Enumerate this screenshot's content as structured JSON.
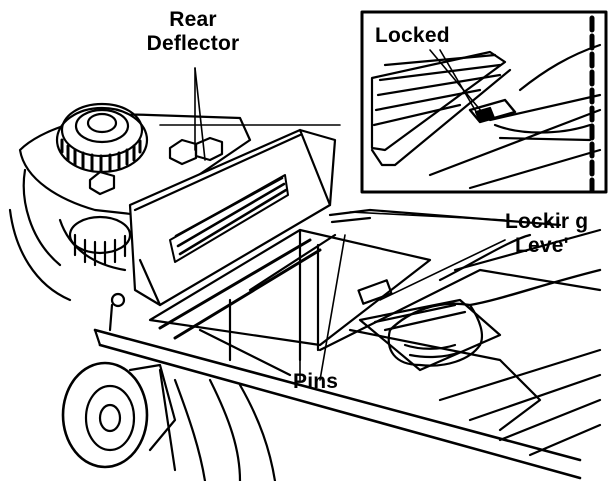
{
  "labels": {
    "rear_deflector_line1": "Rear",
    "rear_deflector_line2": "Deflector",
    "locked": "Locked",
    "locking_lever_line1": "Lockir g",
    "locking_lever_line2": "Leve'",
    "pins": "Pins"
  },
  "colors": {
    "ink": "#000000",
    "paper": "#ffffff"
  }
}
